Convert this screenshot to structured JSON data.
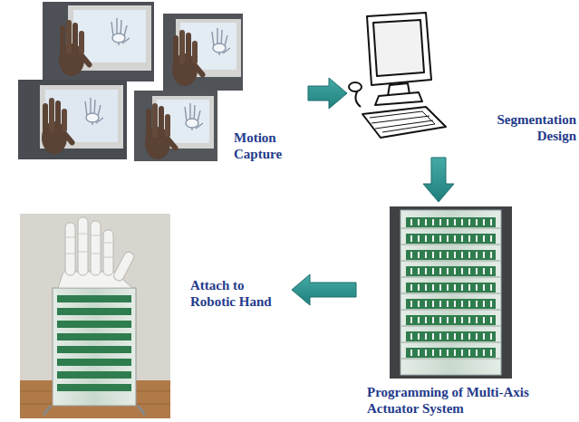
{
  "diagram": {
    "nodes": [
      {
        "text": [
          "Motion Capture"
        ]
      },
      {
        "text": [
          "Segmentation Design"
        ]
      },
      {
        "text": [
          "Programming of Multi-Axis Actuator System"
        ]
      },
      {
        "text": [
          "Attach to Robotic Hand"
        ]
      }
    ],
    "edges": [
      {
        "from": 0,
        "to": 1,
        "arrow": "to"
      },
      {
        "from": 1,
        "to": 2,
        "arrow": "to"
      },
      {
        "from": 2,
        "to": 3,
        "arrow": "to"
      }
    ]
  }
}
